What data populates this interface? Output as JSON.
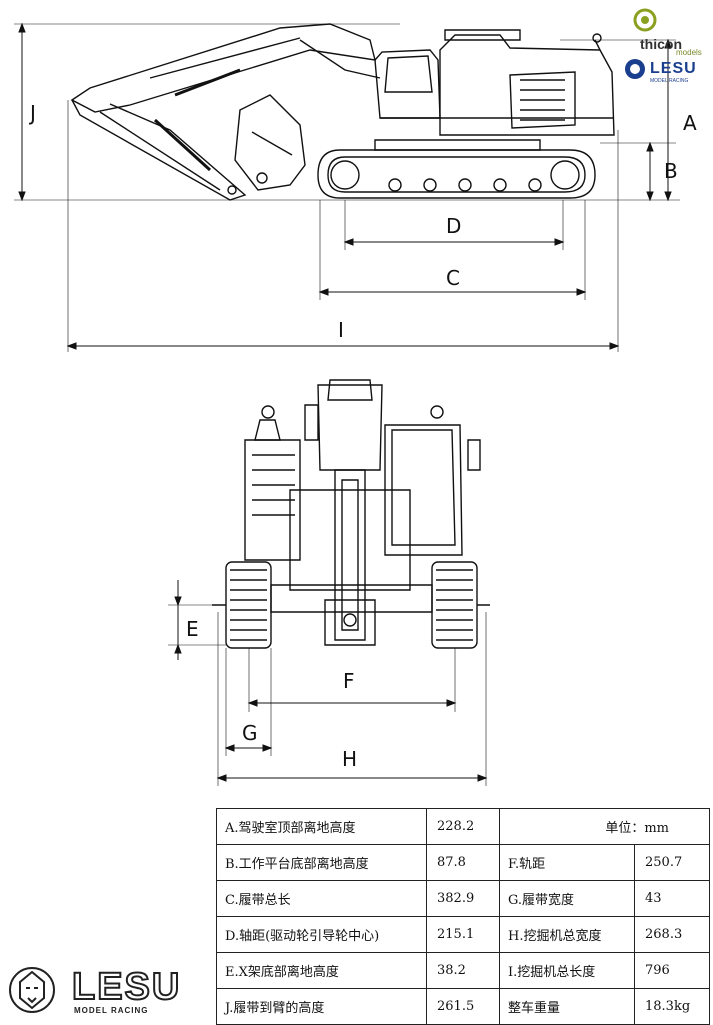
{
  "side_view": {
    "dimension_labels": [
      "A",
      "B",
      "C",
      "D",
      "I",
      "J"
    ]
  },
  "front_view": {
    "dimension_labels": [
      "E",
      "F",
      "G",
      "H"
    ]
  },
  "logos": {
    "thicon": "thicon",
    "thicon_sub": "models",
    "lesu_small": "LESU",
    "lesu_small_sub": "MODEL RACING",
    "lesu_large": "LESU",
    "lesu_large_sub": "MODEL RACING"
  },
  "spec_table": {
    "unit_label": "单位：mm",
    "rows": [
      {
        "label": "A.驾驶室顶部离地高度",
        "value": "228.2"
      },
      {
        "label": "B.工作平台底部离地高度",
        "value": "87.8",
        "label2": "F.轨距",
        "value2": "250.7"
      },
      {
        "label": "C.履带总长",
        "value": "382.9",
        "label2": "G.履带宽度",
        "value2": "43"
      },
      {
        "label": "D.轴距(驱动轮引导轮中心)",
        "value": "215.1",
        "label2": "H.挖掘机总宽度",
        "value2": "268.3"
      },
      {
        "label": "E.X架底部离地高度",
        "value": "38.2",
        "label2": "I.挖掘机总长度",
        "value2": "796"
      },
      {
        "label": "J.履带到臂的高度",
        "value": "261.5",
        "label2": "整车重量",
        "value2": "18.3kg"
      }
    ]
  }
}
